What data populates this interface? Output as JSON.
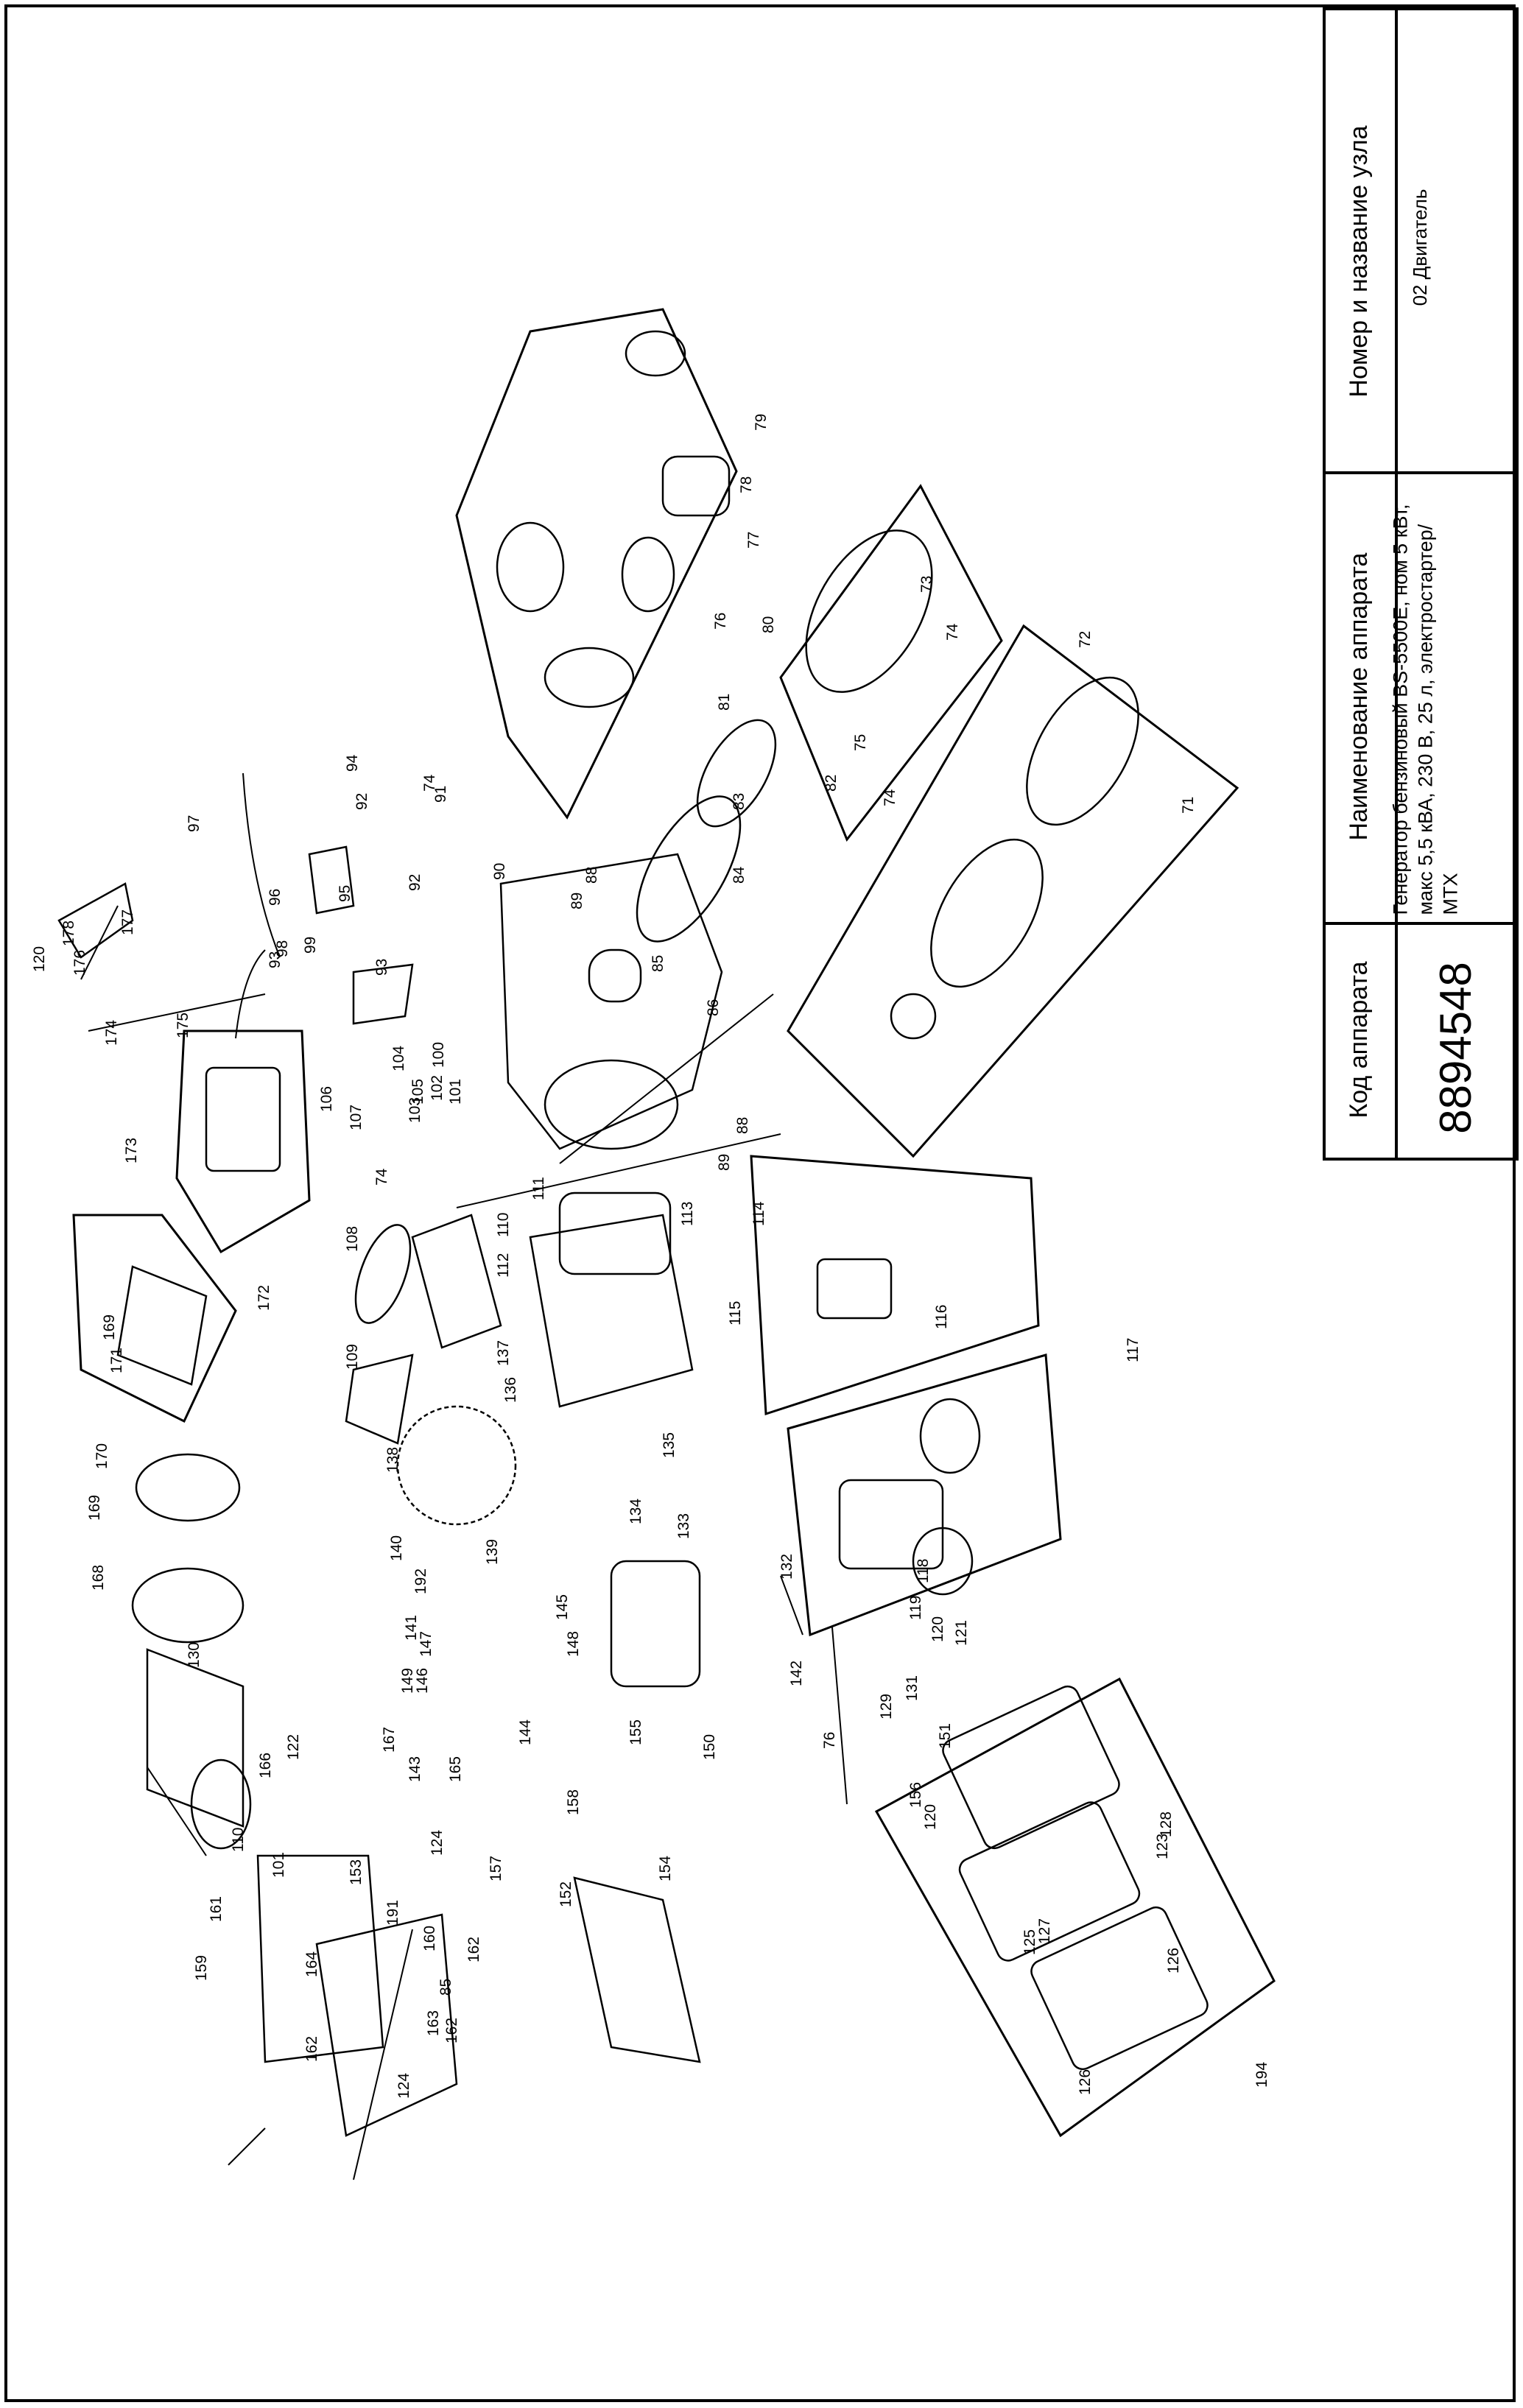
{
  "title_block": {
    "headers": {
      "device_code": "Код аппарата",
      "device_name": "Наименование аппарата",
      "node_name": "Номер и название узла"
    },
    "device_code": "8894548",
    "device_name": "Генератор бензиновый BS-5500E, ном 5 кВт, макс 5,5 кВА, 230 В, 25 л, электростартер/ MTX",
    "node_name": "02 Двигатель"
  },
  "diagram": {
    "part_labels": [
      "79",
      "78",
      "77",
      "76",
      "80",
      "73",
      "74",
      "72",
      "81",
      "75",
      "82",
      "74",
      "83",
      "84",
      "88",
      "89",
      "85",
      "86",
      "71",
      "94",
      "74",
      "93",
      "91",
      "92",
      "97",
      "96",
      "95",
      "92",
      "98",
      "99",
      "93",
      "90",
      "178",
      "177",
      "176",
      "120",
      "175",
      "174",
      "100",
      "104",
      "105",
      "103",
      "102",
      "101",
      "106",
      "107",
      "74",
      "173",
      "88",
      "89",
      "111",
      "110",
      "114",
      "115",
      "116",
      "117",
      "108",
      "112",
      "113",
      "109",
      "137",
      "136",
      "172",
      "169",
      "171",
      "170",
      "138",
      "135",
      "134",
      "133",
      "132",
      "118",
      "119",
      "120",
      "121",
      "169",
      "168",
      "140",
      "139",
      "192",
      "141",
      "147",
      "146",
      "145",
      "148",
      "149",
      "142",
      "131",
      "129",
      "76",
      "130",
      "167",
      "143",
      "144",
      "155",
      "150",
      "151",
      "122",
      "166",
      "110",
      "101",
      "165",
      "156",
      "120",
      "128",
      "123",
      "124",
      "157",
      "158",
      "154",
      "152",
      "153",
      "161",
      "191",
      "160",
      "162",
      "159",
      "164",
      "85",
      "163",
      "162",
      "162",
      "124",
      "127",
      "125",
      "126",
      "126",
      "194"
    ]
  }
}
